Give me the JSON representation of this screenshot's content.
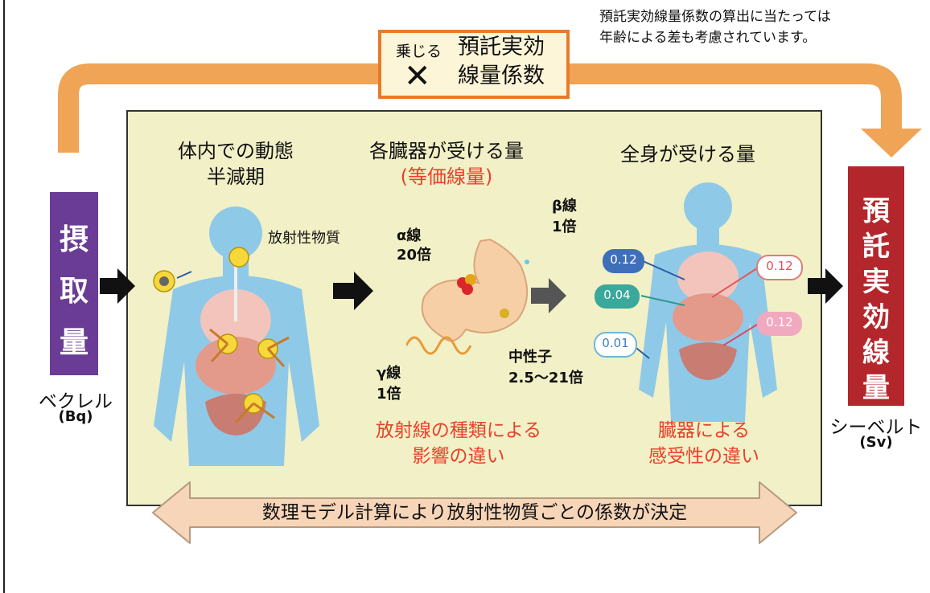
{
  "note": {
    "line1": "預託実効線量係数の算出に当たっては",
    "line2": "年齢による差も考慮されています。"
  },
  "multiply_box": {
    "small_label": "乗じる",
    "line1": "預託実効",
    "line2": "線量係数",
    "operator": "✕"
  },
  "intake": {
    "chars": [
      "摂",
      "取",
      "量"
    ],
    "unit_name": "ベクレル",
    "unit_symbol": "(Bq)"
  },
  "result": {
    "chars": [
      "預",
      "託",
      "実",
      "効",
      "線",
      "量"
    ],
    "unit_name": "シーベルト",
    "unit_symbol": "(Sv)"
  },
  "sections": {
    "dynamics_line1": "体内での動態",
    "dynamics_line2": "半減期",
    "organ_title": "各臓器が受ける量",
    "organ_subtitle": "(等価線量)",
    "body_title": "全身が受ける量"
  },
  "labels": {
    "substance": "放射性物質",
    "alpha_name": "α線",
    "alpha_factor": "20倍",
    "beta_name": "β線",
    "beta_factor": "1倍",
    "gamma_name": "γ線",
    "gamma_factor": "1倍",
    "neutron_name": "中性子",
    "neutron_factor": "2.5〜21倍"
  },
  "captions": {
    "radiation_line1": "放射線の種類による",
    "radiation_line2": "影響の違い",
    "organ_line1": "臓器による",
    "organ_line2": "感受性の違い"
  },
  "tissue_factors": {
    "left": [
      "0.12",
      "0.04",
      "0.01"
    ],
    "right": [
      "0.12",
      "0.12"
    ]
  },
  "bottom_arrow": "数理モデル計算により放射性物質ごとの係数が決定",
  "colors": {
    "panel": "#f2f0c6",
    "orange_arrow": "#f0a455",
    "intake_box": "#6a3c96",
    "result_box": "#b3272c",
    "caption_red": "#e8412b",
    "body_blue": "#8fc9e8"
  }
}
